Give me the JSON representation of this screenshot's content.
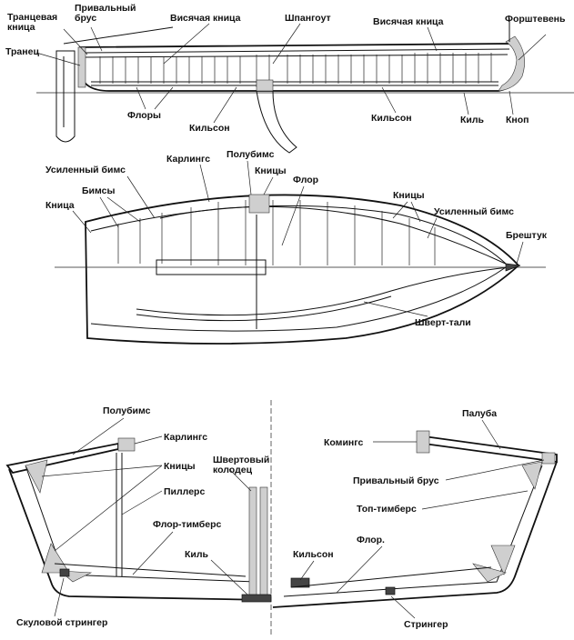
{
  "views": {
    "side": {
      "labels": {
        "transom_knee": "Транцевая\nкница",
        "gunwale_top": "Привальный\nбрус",
        "hanging_knee_left": "Висячая кница",
        "frame": "Шпангоут",
        "hanging_knee_right": "Висячая кница",
        "stem": "Форштевень",
        "transom": "Транец",
        "floors": "Флоры",
        "keelson_left": "Кильсон",
        "keelson_right": "Кильсон",
        "keel": "Киль",
        "knop": "Кноп"
      }
    },
    "plan": {
      "labels": {
        "half_beam": "Полубимс",
        "carlin": "Карлингс",
        "reinforced_beam_left": "Усиленный бимс",
        "knees_top": "Кницы",
        "floor": "Флор",
        "beams": "Бимсы",
        "knee_left": "Кница",
        "knees_right": "Кницы",
        "reinforced_beam_right": "Усиленный бимс",
        "breasthook": "Брештук",
        "centerboard_tackle": "Шверт-тали"
      }
    },
    "section": {
      "labels": {
        "half_beam": "Полубимс",
        "carlin": "Карлингс",
        "knees": "Кницы",
        "pillars": "Пиллерс",
        "centerboard_well": "Швертовый\nколодец",
        "floor_timbers": "Флор-тимберс",
        "keel": "Киль",
        "keelson": "Кильсон",
        "bilge_stringer": "Скуловой стрингер",
        "deck": "Палуба",
        "coaming": "Комингс",
        "gunwale": "Привальный брус",
        "top_timbers": "Топ-тимберс",
        "floor": "Флор.",
        "stringer": "Стрингер"
      }
    }
  }
}
